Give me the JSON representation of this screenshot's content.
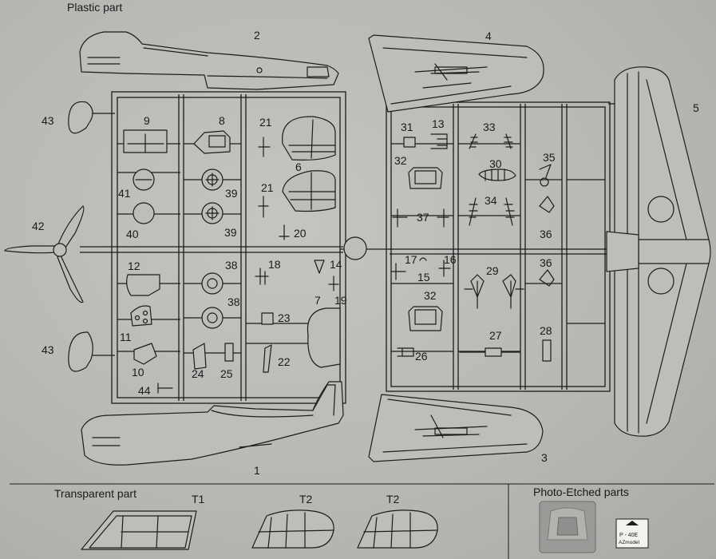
{
  "sections": {
    "plastic_title": "Plastic part",
    "transparent_title": "Transparent part",
    "photo_etched_title": "Photo-Etched parts"
  },
  "transparent_labels": [
    "T1",
    "T2",
    "T2"
  ],
  "pe_plate_text": [
    "P - 40E",
    "AZmodel"
  ],
  "part_numbers": [
    "1",
    "2",
    "3",
    "4",
    "5",
    "6",
    "7",
    "8",
    "9",
    "12",
    "13",
    "14",
    "15",
    "16",
    "17",
    "18",
    "19",
    "20",
    "21",
    "21",
    "22",
    "23",
    "24",
    "25",
    "26",
    "27",
    "28",
    "29",
    "30",
    "31",
    "32",
    "32",
    "33",
    "34",
    "35",
    "36",
    "36",
    "37",
    "38",
    "38",
    "39",
    "39",
    "40",
    "41",
    "42",
    "43",
    "43",
    "44",
    "10",
    "11"
  ]
}
